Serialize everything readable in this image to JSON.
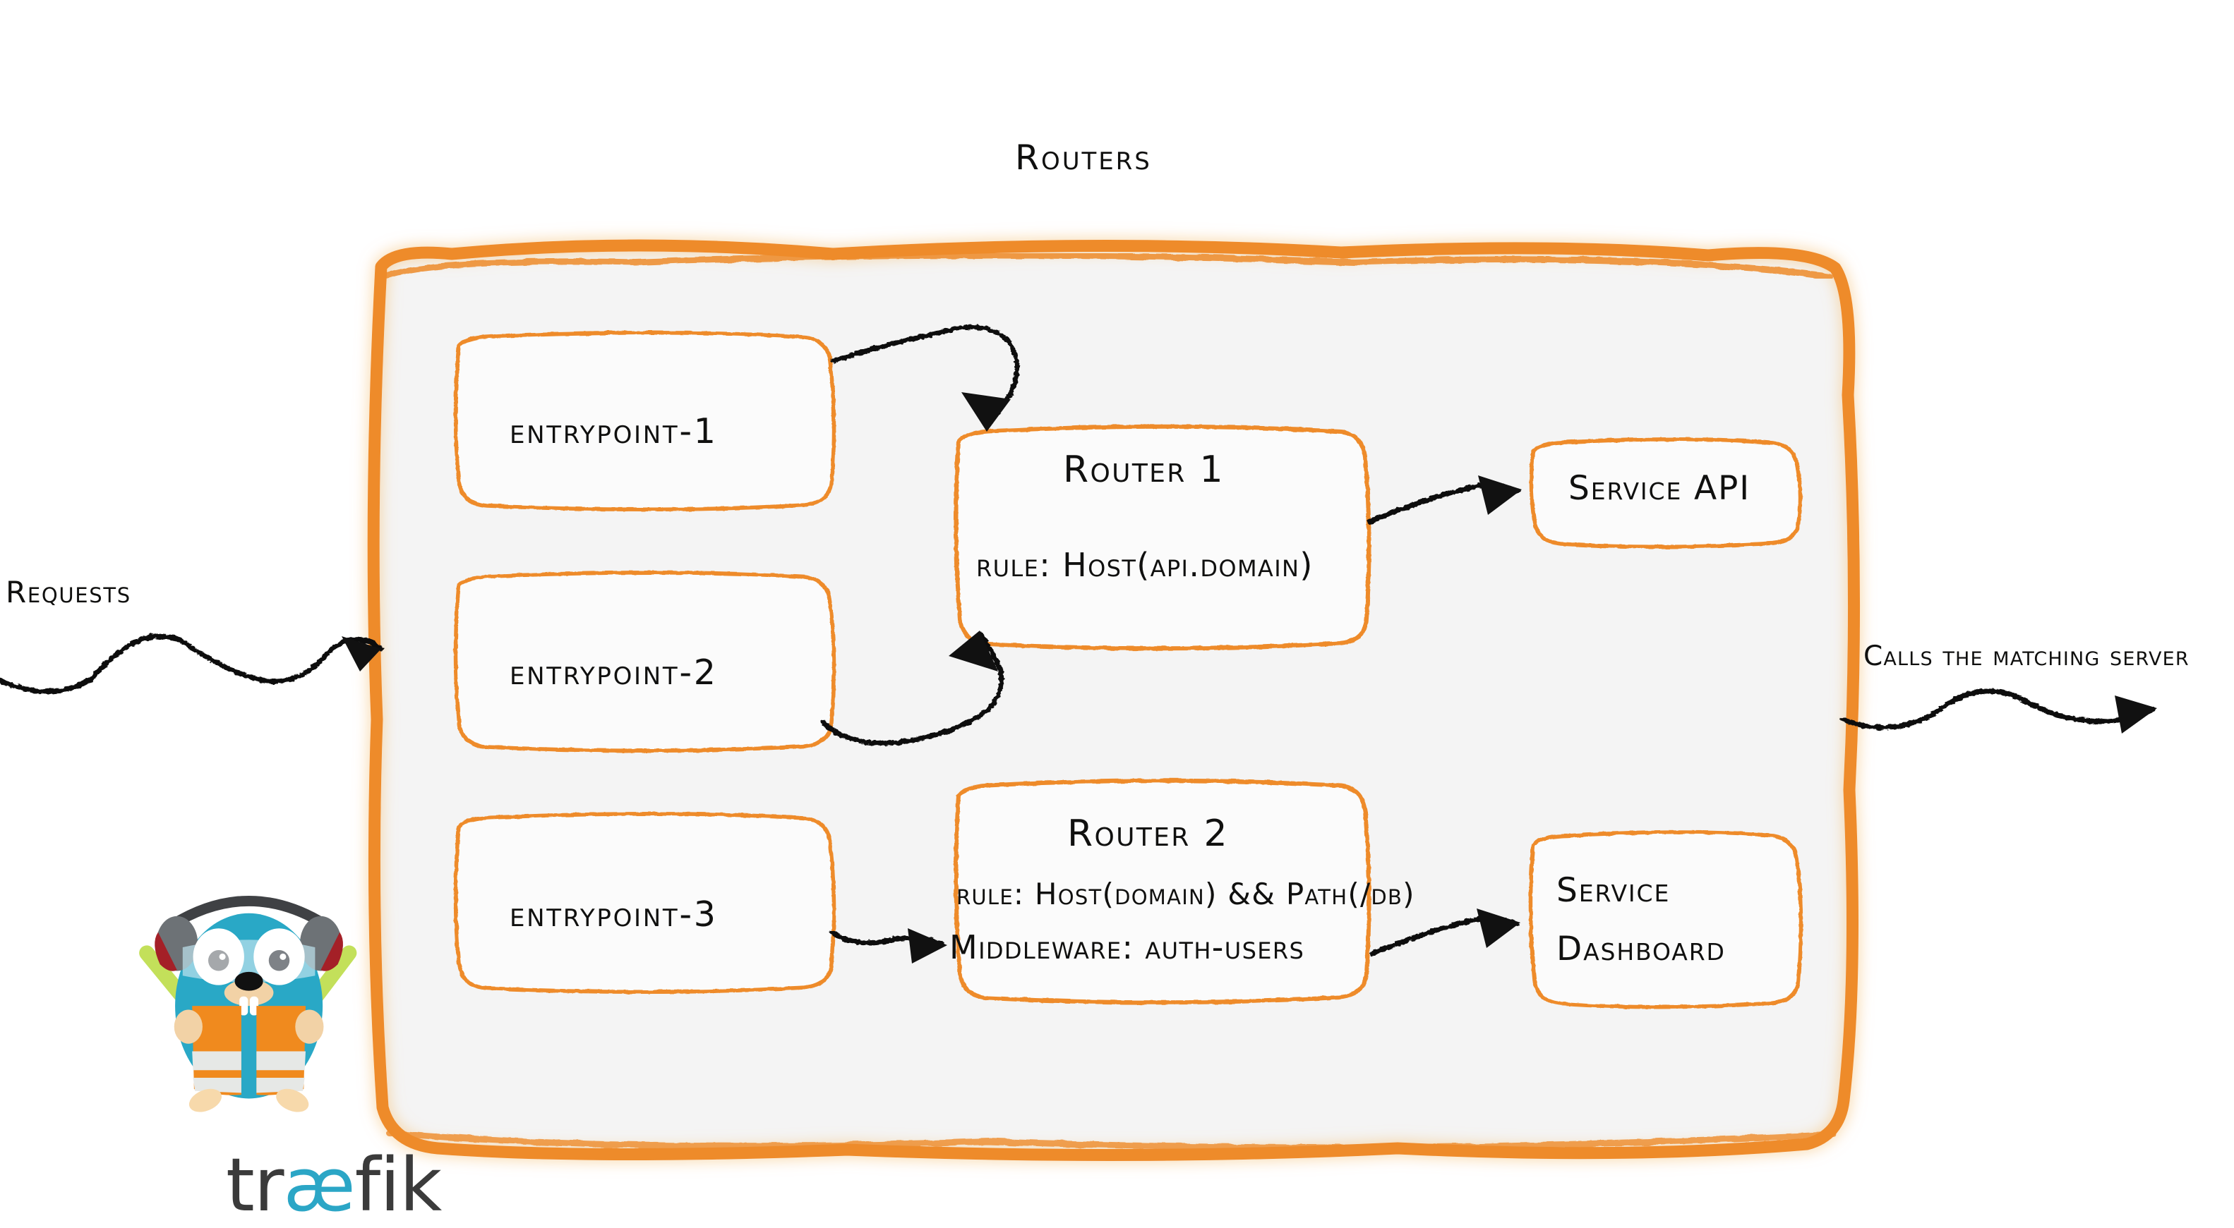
{
  "diagram": {
    "title": "Routers",
    "brand": "traefik",
    "brand_parts": {
      "pre": "tr",
      "ligature": "æ",
      "post": "fik"
    },
    "colors": {
      "accent_orange": "#ee8b2b",
      "panel_fill": "#f4f4f4",
      "box_fill": "#fbfbfb",
      "ink": "#10100f",
      "gopher_blue": "#29a8c6",
      "vest_orange": "#f08a1e",
      "wand_green": "#c3e05a",
      "wordmark_grey": "#3b3b3b"
    }
  },
  "left": {
    "requests_label": "Requests"
  },
  "right": {
    "calls_label": "Calls the matching server"
  },
  "entrypoints": [
    {
      "label": "entrypoint-1"
    },
    {
      "label": "entrypoint-2"
    },
    {
      "label": "entrypoint-3"
    }
  ],
  "routers": [
    {
      "title": "Router 1",
      "lines": [
        "rule: Host(api.domain)"
      ]
    },
    {
      "title": "Router 2",
      "lines": [
        "rule: Host(domain) && Path(/db)",
        "Middleware: auth-users"
      ]
    }
  ],
  "services": [
    {
      "lines": [
        "Service API"
      ]
    },
    {
      "lines": [
        "Service",
        "Dashboard"
      ]
    }
  ],
  "icons": {
    "gopher": "traefik-gopher-mascot",
    "arrow": "wavy-arrow-icon"
  }
}
